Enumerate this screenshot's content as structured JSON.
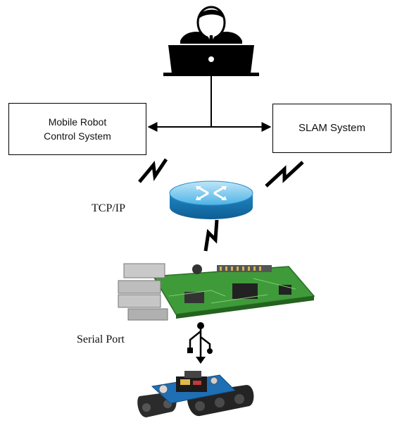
{
  "diagram": {
    "nodes": {
      "mobile_robot_control": {
        "line1": "Mobile Robot",
        "line2": "Control System"
      },
      "slam_system": {
        "label": "SLAM System"
      },
      "router": {
        "label": "TCP/IP",
        "icon": "router-icon"
      },
      "raspberry_pi": {
        "icon": "raspberry-pi-board-icon"
      },
      "serial_port": {
        "label": "Serial Port",
        "icon": "usb-icon"
      },
      "robot": {
        "icon": "tracked-robot-icon"
      },
      "user": {
        "icon": "user-with-laptop-icon"
      }
    },
    "links": [
      {
        "from": "user",
        "to": "mobile_robot_control",
        "type": "arrow"
      },
      {
        "from": "user",
        "to": "slam_system",
        "type": "arrow"
      },
      {
        "from": "mobile_robot_control",
        "to": "router",
        "type": "wireless"
      },
      {
        "from": "slam_system",
        "to": "router",
        "type": "wireless"
      },
      {
        "from": "router",
        "to": "raspberry_pi",
        "type": "wireless"
      },
      {
        "from": "raspberry_pi",
        "to": "robot",
        "type": "serial"
      }
    ]
  }
}
